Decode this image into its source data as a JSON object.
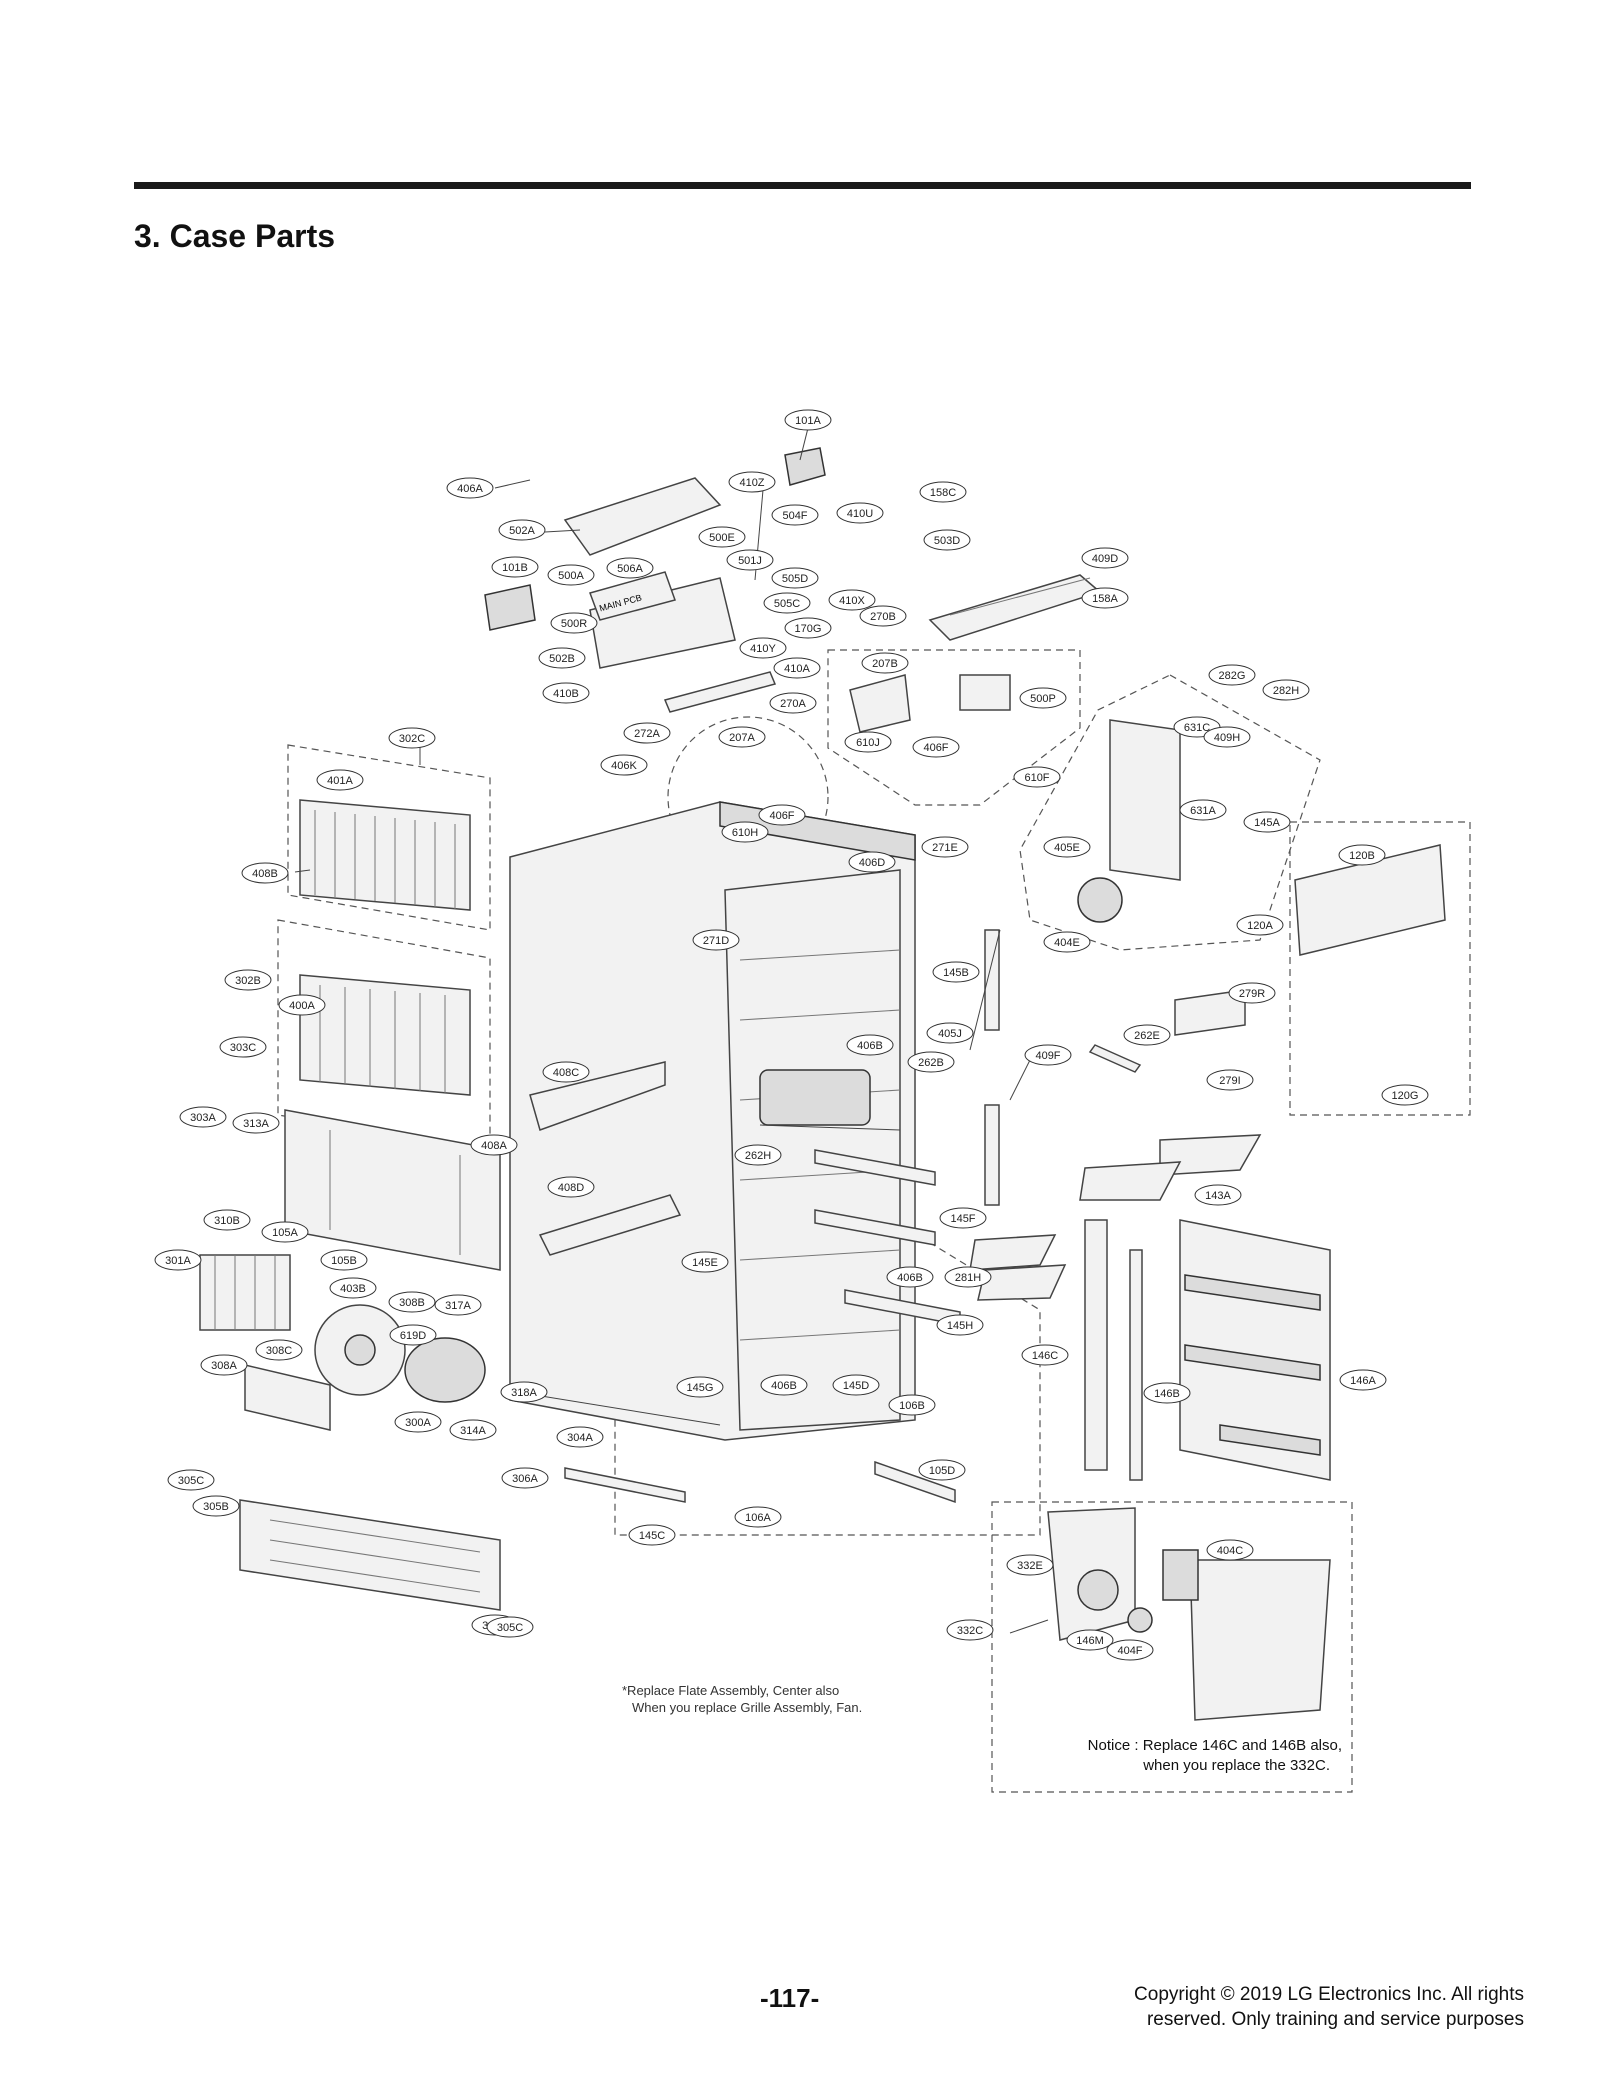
{
  "page": {
    "section_title": "3. Case Parts",
    "page_number": "-117-",
    "copyright_line1": "Copyright © 2019 LG Electronics Inc. All rights",
    "copyright_line2": "reserved. Only training and service purposes"
  },
  "notes": {
    "replace_line1": "*Replace Flate Assembly, Center also",
    "replace_line2": "When you replace Grille Assembly, Fan.",
    "notice_line1": "Notice : Replace 146C and 146B also,",
    "notice_line2": "when you replace the 332C."
  },
  "pcb_text": {
    "main_pcb": "MAIN PCB"
  },
  "part_labels": [
    "101A",
    "406A",
    "410Z",
    "158C",
    "504F",
    "410U",
    "502A",
    "500E",
    "501J",
    "503D",
    "409D",
    "101B",
    "500A",
    "506A",
    "505D",
    "410X",
    "158A",
    "505C",
    "270B",
    "500R",
    "170G",
    "410Y",
    "502B",
    "410A",
    "207B",
    "282G",
    "282H",
    "410B",
    "500P",
    "270A",
    "302C",
    "272A",
    "207A",
    "610J",
    "406F",
    "631C",
    "409H",
    "406K",
    "610F",
    "401A",
    "406F",
    "631A",
    "610H",
    "145A",
    "271E",
    "405E",
    "120B",
    "406D",
    "408B",
    "120A",
    "404E",
    "271D",
    "145B",
    "302B",
    "279R",
    "400A",
    "405J",
    "406B",
    "262E",
    "303C",
    "262B",
    "409F",
    "120G",
    "408C",
    "279I",
    "303A",
    "313A",
    "408A",
    "143A",
    "262H",
    "408D",
    "145F",
    "310B",
    "105A",
    "145E",
    "281H",
    "301A",
    "105B",
    "406B",
    "403B",
    "308B",
    "317A",
    "145H",
    "308C",
    "619D",
    "146C",
    "146A",
    "308A",
    "145G",
    "406B",
    "145D",
    "146B",
    "318A",
    "106B",
    "300A",
    "314A",
    "304A",
    "105D",
    "305C",
    "306A",
    "305B",
    "145C",
    "106A",
    "404C",
    "332E",
    "305B",
    "305C",
    "332C",
    "146M",
    "404F"
  ]
}
